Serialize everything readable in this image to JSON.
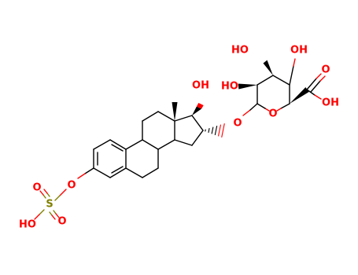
{
  "molecule": {
    "colors": {
      "oxygen": "#ff0000",
      "sulfur": "#808000",
      "bond": "#000000"
    },
    "labels": {
      "oh_17": "OH",
      "oh_sugar_3": "HO",
      "oh_sugar_4": "OH",
      "oh_sugar_2": "HO",
      "o_ring": "O",
      "o_carbonyl": "O",
      "oh_carboxyl": "OH",
      "o_glycosidic": "O",
      "o_ester": "O",
      "o_sulfonyl_1": "O",
      "s_atom": "S",
      "o_sulfonyl_2": "O",
      "ho_sulfate": "HO"
    }
  }
}
